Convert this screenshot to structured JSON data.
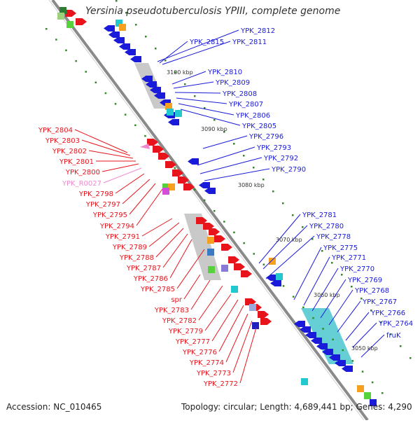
{
  "title": "Yersinia pseudotuberculosis YPIII, complete genome",
  "footer": {
    "accession": "Accession: NC_010465",
    "summary": "Topology: circular; Length: 4,689,441 bp; Genes: 4,290"
  },
  "scale_labels": [
    "3100 kbp",
    "3090 kbp",
    "3080 kbp",
    "3070 kbp",
    "3060 kbp",
    "3050 kbp"
  ],
  "labels_blue_top": [
    "YPK_2812",
    "YPK_2815",
    "YPK_2811",
    "YPK_2810",
    "YPK_2809",
    "YPK_2808",
    "YPK_2807",
    "YPK_2806",
    "YPK_2805",
    "YPK_2796",
    "YPK_2793",
    "YPK_2792",
    "YPK_2790"
  ],
  "labels_blue_bottom": [
    "YPK_2781",
    "YPK_2780",
    "YPK_2778",
    "YPK_2775",
    "YPK_2771",
    "YPK_2770",
    "YPK_2769",
    "YPK_2768",
    "YPK_2767",
    "YPK_2766",
    "YPK_2764",
    "fruK"
  ],
  "labels_red": [
    "YPK_2804",
    "YPK_2803",
    "YPK_2802",
    "YPK_2801",
    "YPK_2800",
    "YPK_R0027",
    "YPK_2798",
    "YPK_2797",
    "YPK_2795",
    "YPK_2794",
    "YPK_2791",
    "YPK_2789",
    "YPK_2788",
    "YPK_2787",
    "YPK_2786",
    "YPK_2785",
    "spr",
    "YPK_2783",
    "YPK_2782",
    "YPK_2779",
    "YPK_2777",
    "YPK_2776",
    "YPK_2774",
    "YPK_2773",
    "YPK_2772"
  ],
  "colors": {
    "forward": "#e8141c",
    "reverse": "#1a1adb",
    "rna": "#f088d0",
    "backbone": "#888888",
    "tick": "#2e8b22",
    "gc_gray": "#b8b8b8",
    "cyan": "#22c8d0",
    "orange": "#f5a01e",
    "green": "#58d23c"
  }
}
